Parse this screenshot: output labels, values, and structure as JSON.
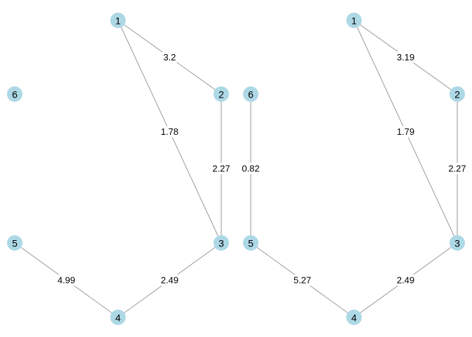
{
  "colors": {
    "background": "#ffffff",
    "node_fill": "#add8e6",
    "edge": "#9a9a9a",
    "text": "#000000"
  },
  "graphs": [
    {
      "nodes": [
        "1",
        "2",
        "3",
        "4",
        "5",
        "6"
      ],
      "edges": [
        {
          "from": "1",
          "to": "2",
          "weight": "3.2"
        },
        {
          "from": "1",
          "to": "3",
          "weight": "1.78"
        },
        {
          "from": "2",
          "to": "3",
          "weight": "2.27"
        },
        {
          "from": "3",
          "to": "4",
          "weight": "2.49"
        },
        {
          "from": "5",
          "to": "4",
          "weight": "4.99"
        }
      ]
    },
    {
      "nodes": [
        "1",
        "2",
        "3",
        "4",
        "5",
        "6"
      ],
      "edges": [
        {
          "from": "1",
          "to": "2",
          "weight": "3.19"
        },
        {
          "from": "1",
          "to": "3",
          "weight": "1.79"
        },
        {
          "from": "2",
          "to": "3",
          "weight": "2.27"
        },
        {
          "from": "3",
          "to": "4",
          "weight": "2.49"
        },
        {
          "from": "5",
          "to": "4",
          "weight": "5.27"
        },
        {
          "from": "6",
          "to": "5",
          "weight": "0.82"
        }
      ]
    }
  ]
}
